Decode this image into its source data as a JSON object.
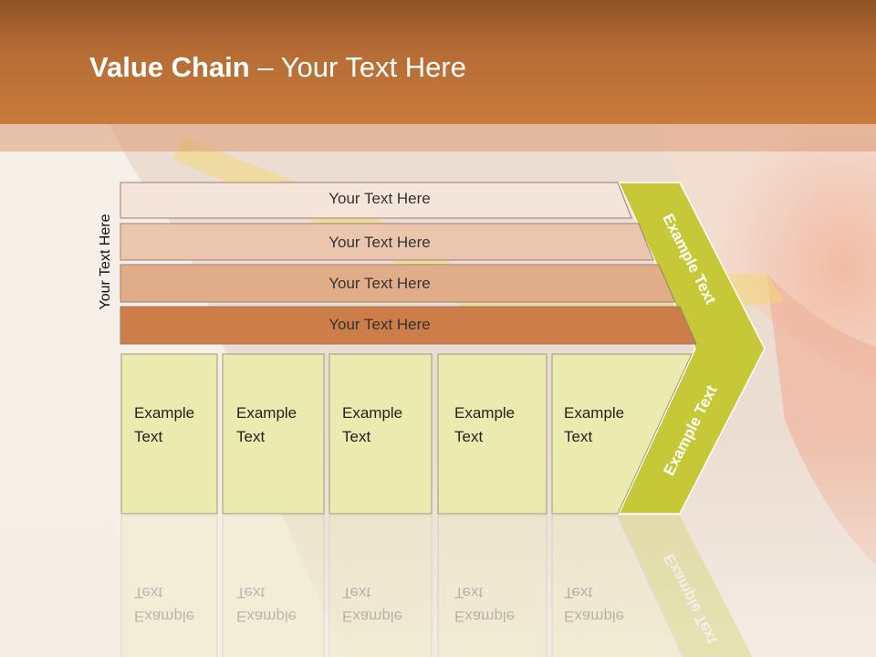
{
  "slide": {
    "title_bold": "Value Chain",
    "title_rest": " – Your Text Here",
    "side_label": "Your Text Here"
  },
  "rows": [
    {
      "label": "Your Text Here",
      "color": "#f5e4da"
    },
    {
      "label": "Your Text Here",
      "color": "#ebc6af"
    },
    {
      "label": "Your Text Here",
      "color": "#e0ad88"
    },
    {
      "label": "Your Text Here",
      "color": "#cd7d47"
    }
  ],
  "columns": [
    {
      "line1": "Example",
      "line2": "Text"
    },
    {
      "line1": "Example",
      "line2": "Text"
    },
    {
      "line1": "Example",
      "line2": "Text"
    },
    {
      "line1": "Example",
      "line2": "Text"
    },
    {
      "line1": "Example",
      "line2": "Text"
    }
  ],
  "arrow": {
    "upper_label": "Example Text",
    "lower_label": "Example Text",
    "color": "#c6c838"
  },
  "colors": {
    "header": "#c97a3c",
    "box_fill": "#ebebb0"
  }
}
